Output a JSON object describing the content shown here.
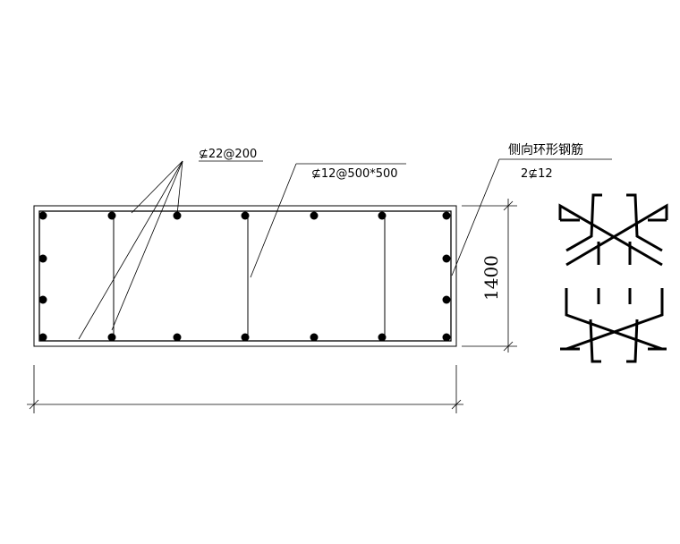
{
  "labels": {
    "main_bar": "⊈22@200",
    "tie_bar": "⊈12@500*500",
    "side_ring_title": "侧向环形钢筋",
    "side_ring_spec": "2⊈12",
    "height_dim": "1400"
  },
  "colors": {
    "line": "#000000",
    "background": "#ffffff"
  }
}
